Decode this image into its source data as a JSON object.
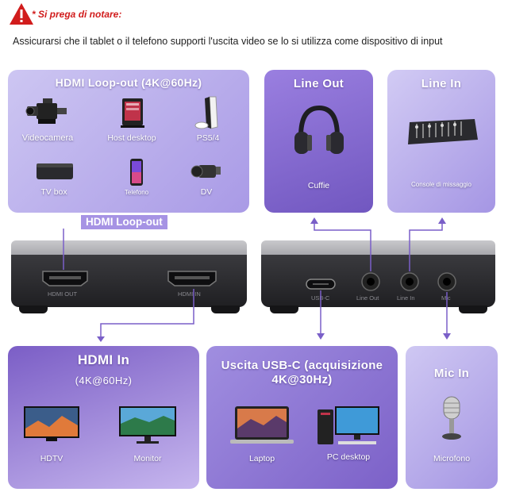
{
  "note": {
    "title": "* Si prega di notare:",
    "text": "Assicurarsi che il tablet o il telefono supporti l'uscita video se lo si utilizza come dispositivo di input"
  },
  "panels": {
    "hdmi_loop_out": {
      "title": "HDMI Loop-out (4K@60Hz)",
      "items": [
        {
          "label": "Videocamera",
          "icon": "video-camera-icon"
        },
        {
          "label": "Host desktop",
          "icon": "desktop-pc-icon"
        },
        {
          "label": "PS5/4",
          "icon": "game-console-icon"
        },
        {
          "label": "TV box",
          "icon": "tv-box-icon"
        },
        {
          "label": "Telefono",
          "icon": "phone-icon"
        },
        {
          "label": "DV",
          "icon": "camcorder-icon"
        }
      ]
    },
    "line_out": {
      "title": "Line Out",
      "item": {
        "label": "Cuffie",
        "icon": "headphones-icon"
      }
    },
    "line_in": {
      "title": "Line In",
      "item": {
        "label": "Console di missaggio",
        "icon": "mixer-icon"
      }
    },
    "hdmi_in": {
      "title": "HDMI In",
      "subtitle": "(4K@60Hz)",
      "items": [
        {
          "label": "HDTV",
          "icon": "tv-icon"
        },
        {
          "label": "Monitor",
          "icon": "monitor-icon"
        }
      ]
    },
    "usb_c": {
      "title": "Uscita USB-C (acquisizione",
      "title2": "4K@30Hz)",
      "items": [
        {
          "label": "Laptop",
          "icon": "laptop-icon"
        },
        {
          "label": "PC desktop",
          "icon": "pc-desktop-icon"
        }
      ]
    },
    "mic_in": {
      "title": "Mic In",
      "item": {
        "label": "Microfono",
        "icon": "microphone-icon"
      }
    }
  },
  "loop_out_label": "HDMI Loop-out",
  "device_left": {
    "ports": [
      "HDMI OUT",
      "HDMI IN"
    ]
  },
  "device_right": {
    "ports": [
      "USB-C",
      "Line Out",
      "Line In",
      "Mic"
    ]
  },
  "colors": {
    "accent": "#7a5fc8",
    "warning": "#d11c1c",
    "panel_light": "#c5bcf0",
    "panel_dark": "#7c5fc9"
  }
}
